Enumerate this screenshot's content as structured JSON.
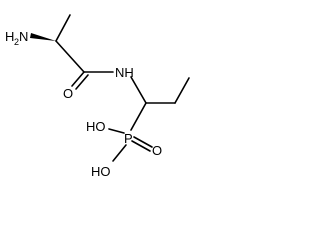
{
  "molecule": {
    "atoms": {
      "amine_h": "H",
      "amine_sub": "2",
      "amine_n": "N",
      "amide_nh": "NH",
      "carbonyl_o": "O",
      "phosphorus": "P",
      "phosphonyl_o": "O",
      "hydroxyl_1": "HO",
      "hydroxyl_2": "HO"
    },
    "colors": {
      "bond": "#000000",
      "text": "#000000",
      "background": "#ffffff"
    }
  }
}
